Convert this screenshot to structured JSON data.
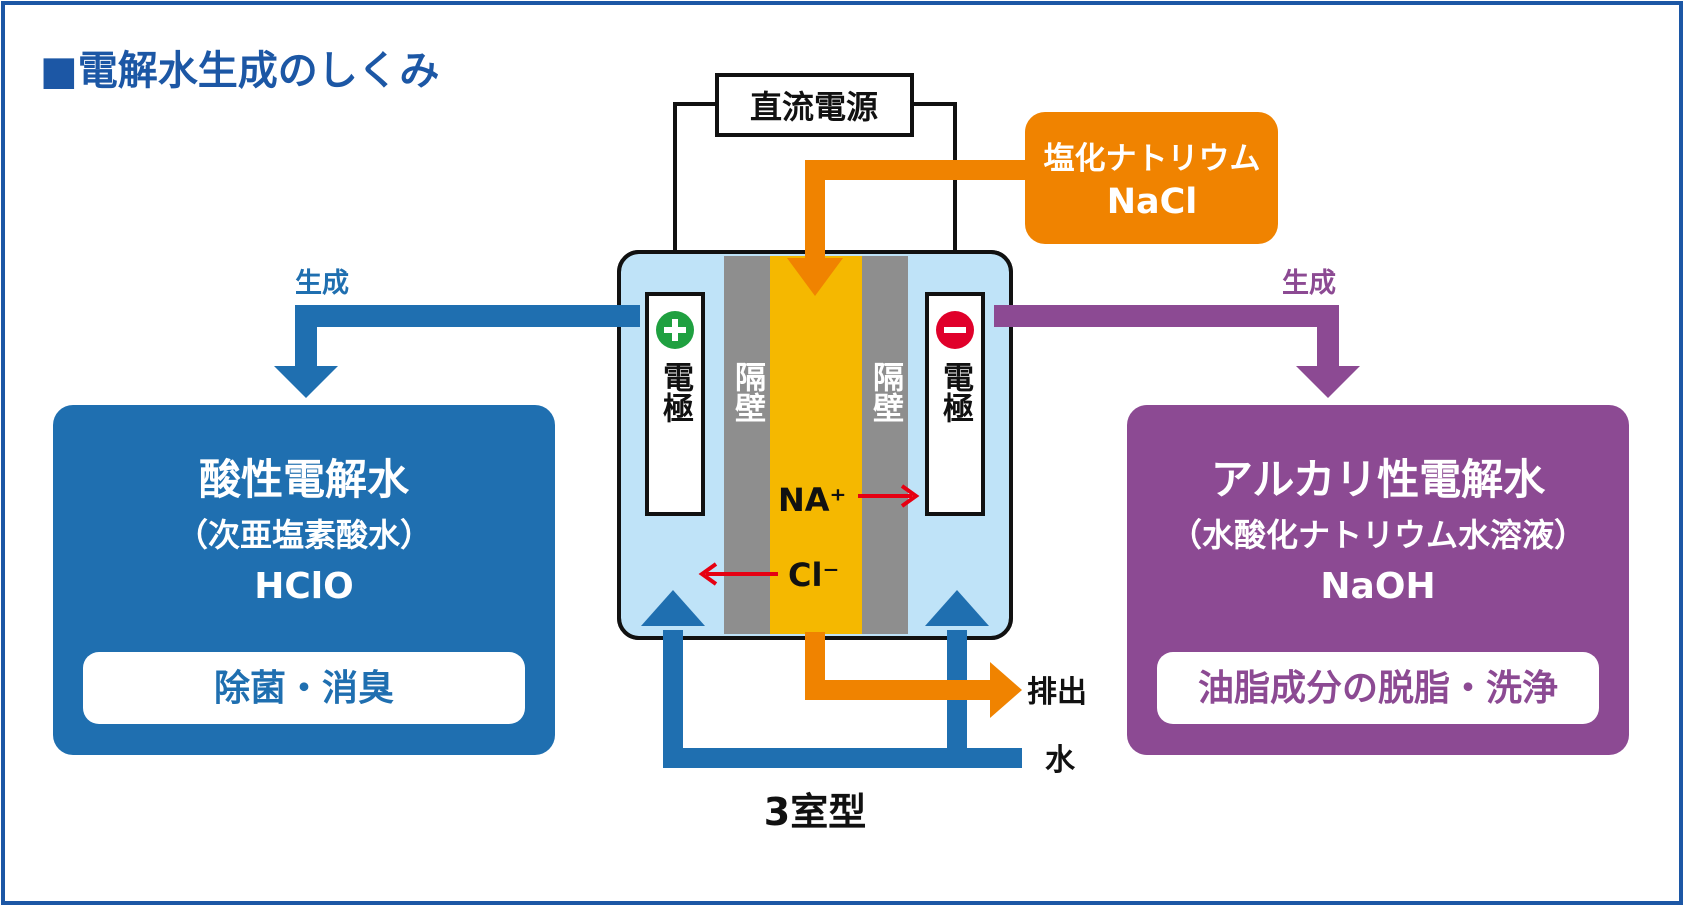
{
  "title": "■電解水生成のしくみ",
  "power_supply": "直流電源",
  "salt_box": {
    "line1": "塩化ナトリウム",
    "line2": "NaCl"
  },
  "produce_left": "生成",
  "produce_right": "生成",
  "cell": {
    "electrode_left": "電極",
    "electrode_right": "電極",
    "plus_symbol": "+",
    "minus_symbol": "−",
    "membrane_left": "隔壁",
    "membrane_right": "隔壁",
    "ion_na": "NA⁺",
    "ion_cl": "Cl⁻",
    "type_label": "3室型"
  },
  "outflow": {
    "discharge": "排出",
    "water": "水"
  },
  "acid_box": {
    "title": "酸性電解水",
    "subtitle": "（次亜塩素酸水）",
    "formula": "HClO",
    "use": "除菌・消臭"
  },
  "alkaline_box": {
    "title": "アルカリ性電解水",
    "subtitle": "（水酸化ナトリウム水溶液）",
    "formula": "NaOH",
    "use": "油脂成分の脱脂・洗浄"
  },
  "colors": {
    "frame": "#1c57a5",
    "acid_blue": "#1f6fb0",
    "alkaline_purple": "#8c4a93",
    "salt_orange": "#f08300",
    "cell_water": "#bfe3f8",
    "center_yellow": "#f5b800",
    "membrane_gray": "#8e8e8e",
    "ion_arrow_red": "#e60012",
    "plus_green": "#1fa040",
    "minus_red": "#e0002a"
  }
}
